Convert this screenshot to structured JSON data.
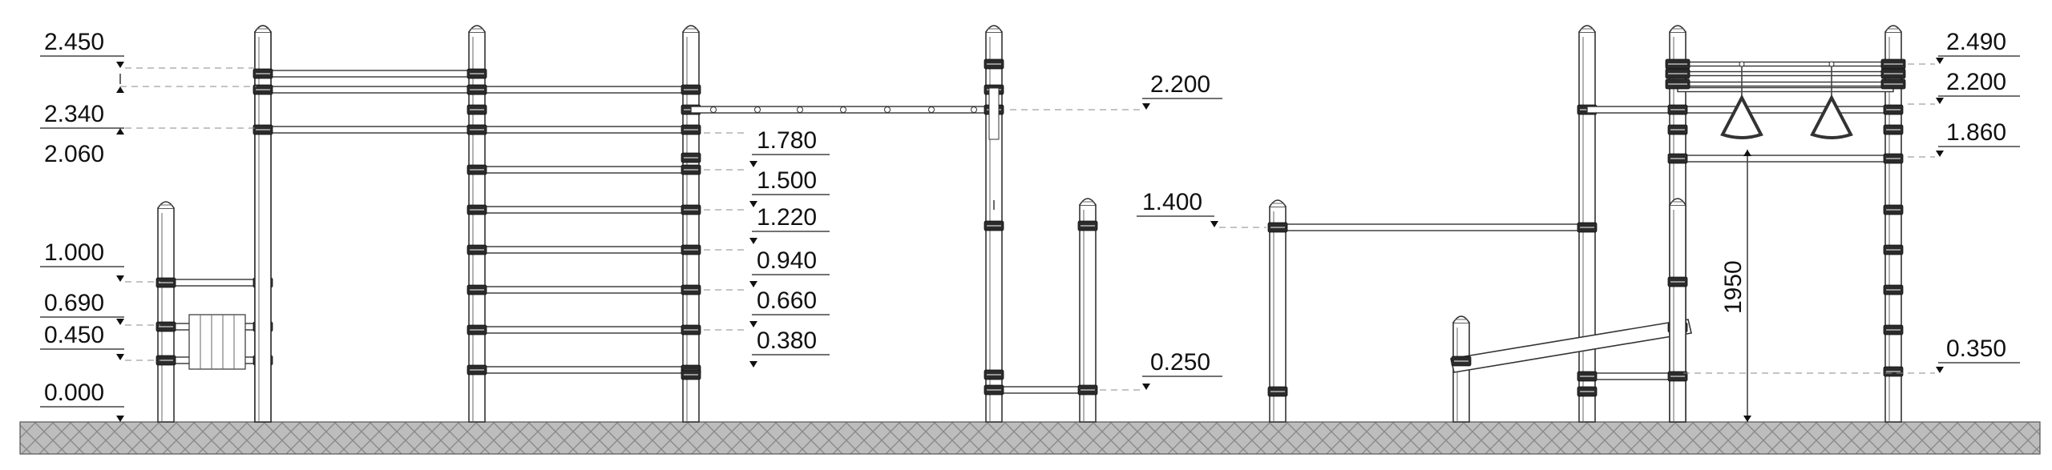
{
  "levels_left": [
    "2.450",
    "2.340",
    "2.060",
    "1.000",
    "0.690",
    "0.450",
    "0.000"
  ],
  "levels_ladder": [
    "1.780",
    "1.500",
    "1.220",
    "0.940",
    "0.660",
    "0.380"
  ],
  "levels_middle": [
    "2.200",
    "1.400",
    "0.250"
  ],
  "levels_right": [
    "2.490",
    "2.200",
    "1.860",
    "0.350"
  ],
  "dimension_vertical": "1950"
}
